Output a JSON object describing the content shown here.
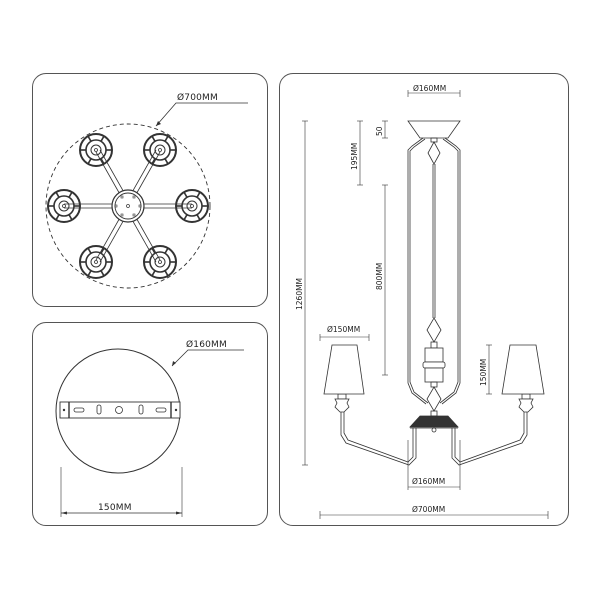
{
  "panels": {
    "top_view": {
      "diameter_label": "Ø700MM",
      "arm_count": 6
    },
    "ceiling_plate": {
      "diameter_label": "Ø160MM",
      "bracket_width_label": "150MM"
    },
    "side_view": {
      "canopy_diameter_label": "Ø160MM",
      "canopy_height_label": "50",
      "top_section_label": "195MM",
      "rod_length_label": "800MM",
      "total_height_label": "1260MM",
      "shade_diameter_label": "Ø150MM",
      "shade_height_label": "150MM",
      "base_diameter_label": "Ø160MM",
      "overall_width_label": "Ø700MM"
    }
  },
  "colors": {
    "line": "#333333",
    "panel_border": "#555555",
    "background": "#ffffff"
  }
}
